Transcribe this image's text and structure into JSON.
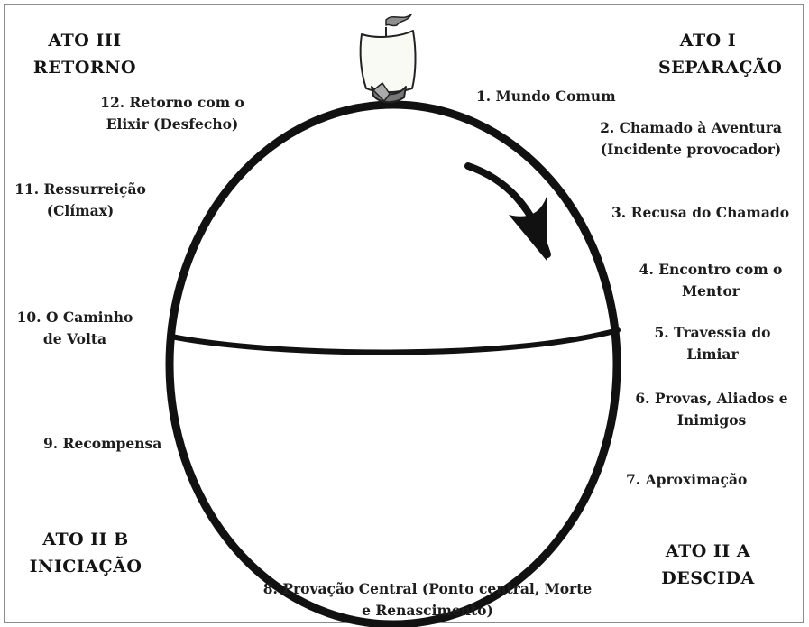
{
  "acts": {
    "act1": {
      "title": "ATO I",
      "subtitle": "SEPARAÇÃO"
    },
    "act2a": {
      "title": "ATO II A",
      "subtitle": "DESCIDA"
    },
    "act2b": {
      "title": "ATO II B",
      "subtitle": "INICIAÇÃO"
    },
    "act3": {
      "title": "ATO III",
      "subtitle": "RETORNO"
    }
  },
  "stages": {
    "s1": [
      "1. Mundo Comum"
    ],
    "s2": [
      "2. Chamado à Aventura",
      "(Incidente provocador)"
    ],
    "s3": [
      "3. Recusa do Chamado"
    ],
    "s4": [
      "4. Encontro com o",
      "Mentor"
    ],
    "s5": [
      "5. Travessia do",
      "Limiar"
    ],
    "s6": [
      "6. Provas, Aliados e",
      "Inimigos"
    ],
    "s7": [
      "7. Aproximação"
    ],
    "s8": [
      "8. Provação Central (Ponto central, Morte",
      "e Renascimento)"
    ],
    "s9": [
      "9. Recompensa"
    ],
    "s10": [
      "10. O Caminho",
      "de Volta"
    ],
    "s11": [
      "11. Ressurreição",
      "(Clímax)"
    ],
    "s12": [
      "12. Retorno com o",
      "Elixir (Desfecho)"
    ]
  },
  "icons": [
    "ship-icon",
    "direction-arrow-icon"
  ]
}
